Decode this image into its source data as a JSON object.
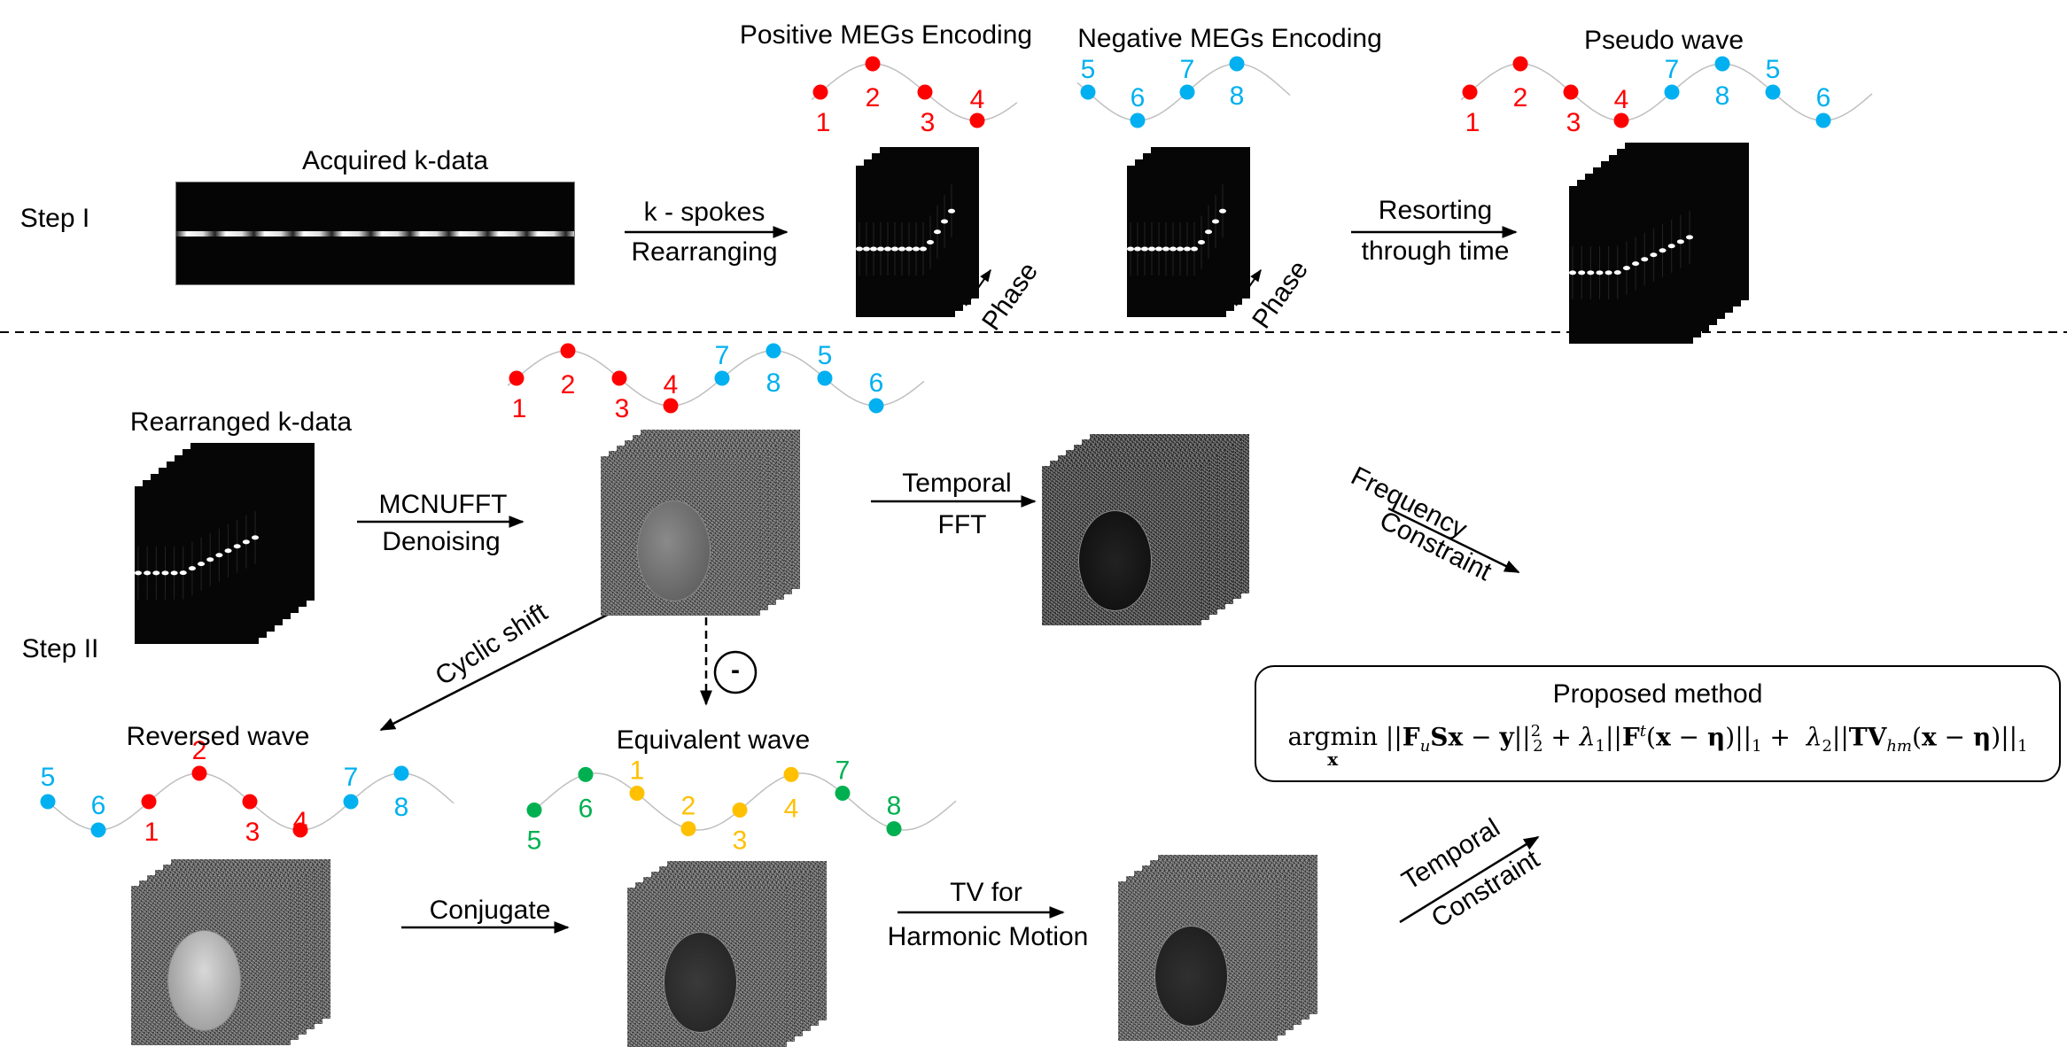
{
  "steps": {
    "step1": "Step I",
    "step2": "Step II"
  },
  "step1": {
    "acquired_title": "Acquired k-data",
    "arrow1_top": "k - spokes",
    "arrow1_bottom": "Rearranging",
    "positive_title": "Positive MEGs Encoding",
    "negative_title": "Negative MEGs Encoding",
    "phase_label": "Phase",
    "arrow2_top": "Resorting",
    "arrow2_bottom": "through time",
    "pseudo_title": "Pseudo wave"
  },
  "step2": {
    "rearranged_title": "Rearranged k-data",
    "arrow_mcnufft_top": "MCNUFFT",
    "arrow_mcnufft_bottom": "Denoising",
    "arrow_fft_top": "Temporal",
    "arrow_fft_bottom": "FFT",
    "freq_top": "Frequency",
    "freq_bottom": "Constraint",
    "cyclic_shift": "Cyclic shift",
    "minus_symbol": "-",
    "reversed_title": "Reversed wave",
    "equivalent_title": "Equivalent wave",
    "conjugate": "Conjugate",
    "tv_top": "TV for",
    "tv_bottom": "Harmonic Motion",
    "temporal_top": "Temporal",
    "temporal_bottom": "Constraint"
  },
  "formula": {
    "title": "Proposed method",
    "argmin": "argmin",
    "argmin_var": "x"
  },
  "colors": {
    "positive": "#ff0000",
    "negative": "#00b0f0",
    "equiv_green": "#00b050",
    "equiv_yellow": "#ffc000",
    "wave_line": "#bfbfbf"
  },
  "waves": {
    "positive": {
      "labels": [
        "1",
        "2",
        "3",
        "4"
      ],
      "colors": [
        "positive",
        "positive",
        "positive",
        "positive"
      ]
    },
    "negative": {
      "labels": [
        "5",
        "6",
        "7",
        "8"
      ],
      "colors": [
        "negative",
        "negative",
        "negative",
        "negative"
      ]
    },
    "pseudo": {
      "labels": [
        "1",
        "2",
        "3",
        "4",
        "7",
        "8",
        "5",
        "6"
      ],
      "colors": [
        "positive",
        "positive",
        "positive",
        "positive",
        "negative",
        "negative",
        "negative",
        "negative"
      ]
    },
    "step2": {
      "labels": [
        "1",
        "2",
        "3",
        "4",
        "7",
        "8",
        "5",
        "6"
      ],
      "colors": [
        "positive",
        "positive",
        "positive",
        "positive",
        "negative",
        "negative",
        "negative",
        "negative"
      ]
    },
    "reversed": {
      "labels": [
        "5",
        "6",
        "1",
        "2",
        "3",
        "4",
        "7",
        "8"
      ],
      "colors": [
        "negative",
        "negative",
        "positive",
        "positive",
        "positive",
        "positive",
        "negative",
        "negative"
      ]
    },
    "equivalent": {
      "labels": [
        "5",
        "6",
        "1",
        "2",
        "3",
        "4",
        "7",
        "8"
      ],
      "colors": [
        "equiv_green",
        "equiv_green",
        "equiv_yellow",
        "equiv_yellow",
        "equiv_yellow",
        "equiv_yellow",
        "equiv_green",
        "equiv_green"
      ]
    }
  }
}
